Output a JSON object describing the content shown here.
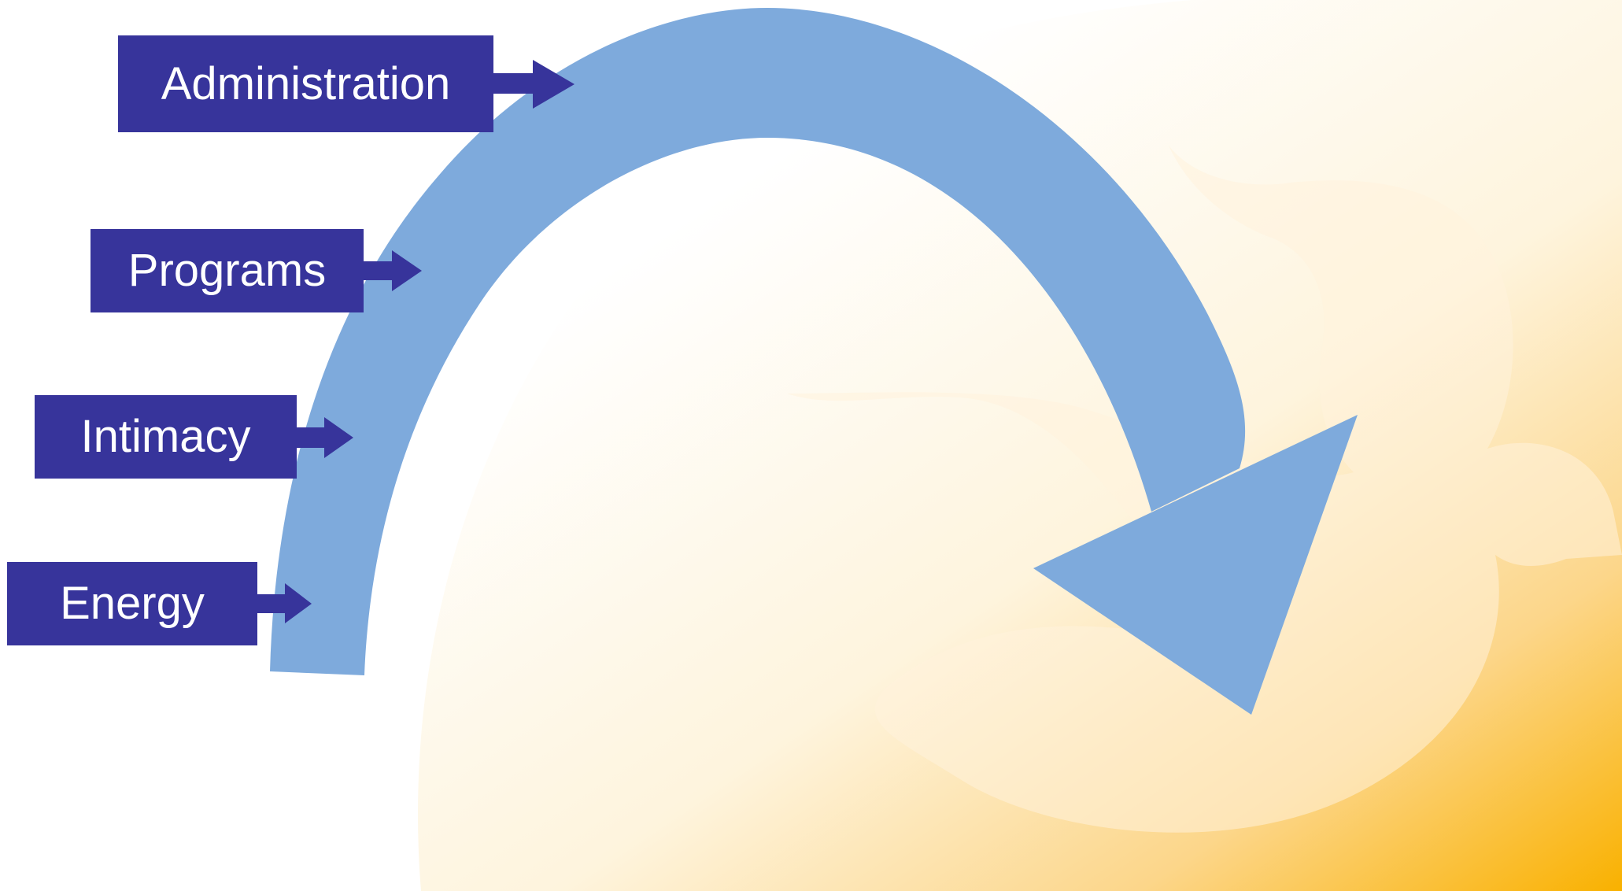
{
  "colors": {
    "box_fill": "#37349b",
    "box_text": "#ffffff",
    "arc_arrow": "#7eaadc",
    "background_warm": "#f9b100",
    "background_light": "#ffffff"
  },
  "diagram": {
    "labels": [
      "Administration",
      "Programs",
      "Intimacy",
      "Energy"
    ],
    "connector": "arrow-right",
    "main_shape": "curved-arrow"
  }
}
